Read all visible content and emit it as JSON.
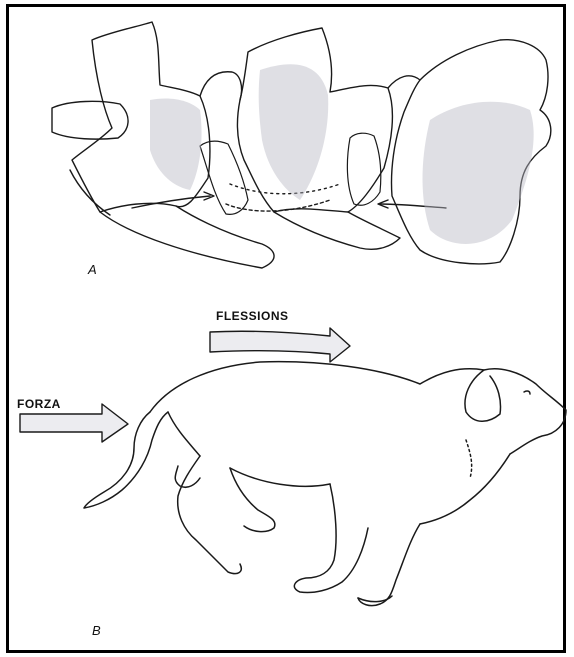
{
  "labels": {
    "panel_a": "A",
    "panel_b": "B",
    "flexion_arrow": "FLESSIONS",
    "force_arrow": "FORZA"
  },
  "colors": {
    "ink": "#1a1a1a",
    "shading": "#b9b9c4",
    "frame": "#000000"
  }
}
